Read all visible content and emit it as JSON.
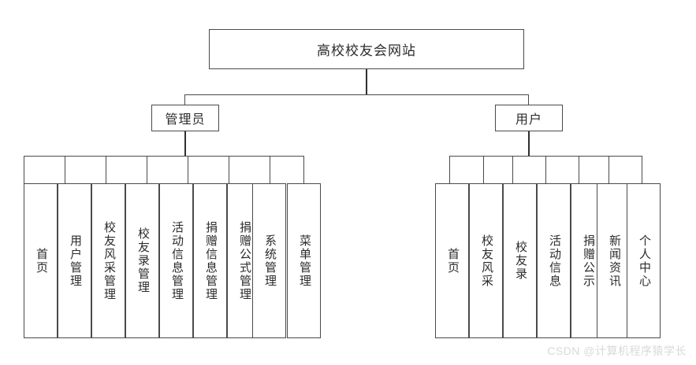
{
  "diagram": {
    "type": "org-chart",
    "title": "高校校友会网站",
    "root": {
      "label": "高校校友会网站"
    },
    "branches": [
      {
        "key": "admin",
        "label": "管理员"
      },
      {
        "key": "user",
        "label": "用户"
      }
    ],
    "admin_leaves": [
      {
        "label": "首页"
      },
      {
        "label": "用户管理"
      },
      {
        "label": "校友风采管理"
      },
      {
        "label": "校友录管理"
      },
      {
        "label": "活动信息管理"
      },
      {
        "label": "捐赠信息管理"
      },
      {
        "label": "捐赠公式管理"
      },
      {
        "label": "系统管理"
      },
      {
        "label": "菜单管理"
      }
    ],
    "user_leaves": [
      {
        "label": "首页"
      },
      {
        "label": "校友风采"
      },
      {
        "label": "校友录"
      },
      {
        "label": "活动信息"
      },
      {
        "label": "捐赠公示"
      },
      {
        "label": "新闻资讯"
      },
      {
        "label": "个人中心"
      }
    ],
    "watermark": "CSDN @计算机程序猿学长",
    "colors": {
      "background": "#ffffff",
      "border": "#4a4a4a",
      "text": "#2b2b2b",
      "watermark": "#d9d9d9"
    }
  }
}
